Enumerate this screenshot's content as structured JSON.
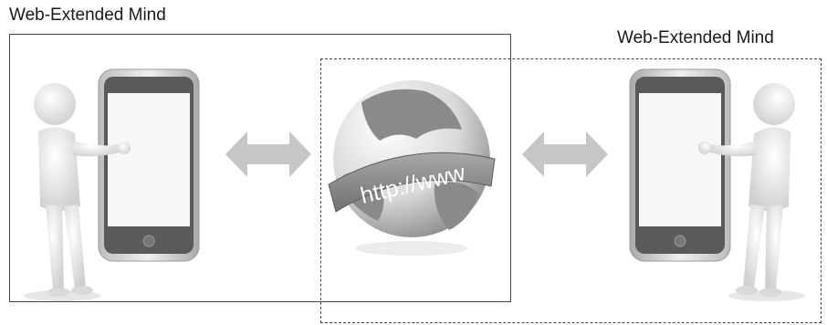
{
  "diagram": {
    "left_group_label": "Web-Extended Mind",
    "right_group_label": "Web-Extended Mind",
    "globe_banner_text": "http://www"
  },
  "icons": {
    "left_person": "person-touching-phone-icon",
    "right_person": "person-touching-phone-icon",
    "left_arrow": "double-arrow-icon",
    "right_arrow": "double-arrow-icon",
    "globe": "globe-icon"
  },
  "colors": {
    "frame_border": "#444444",
    "arrow": "#c6c6c6",
    "figure": "#f2f2f2",
    "phone_frame": "#dcdcdc",
    "globe_land": "#8a8a8a"
  }
}
